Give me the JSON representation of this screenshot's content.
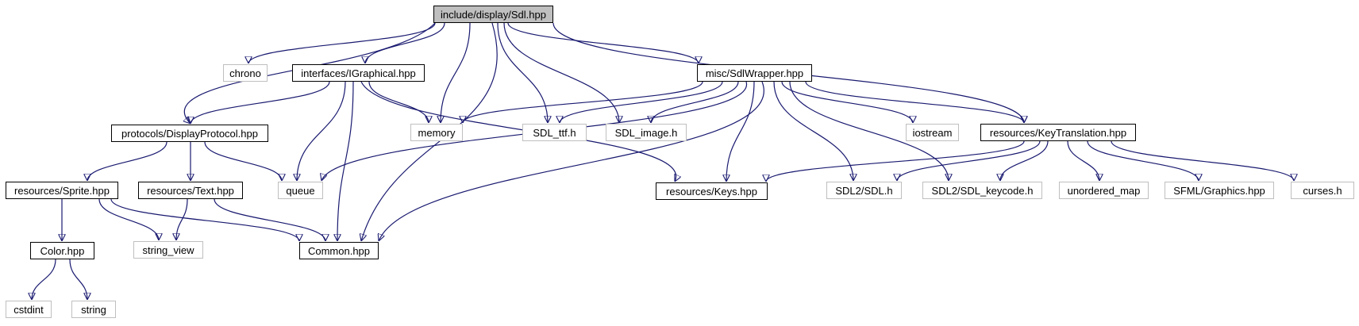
{
  "graph": {
    "colors": {
      "edge": "#191970",
      "local_border": "#000000",
      "system_border": "#bfbfbf",
      "root_fill": "#bfbfbf"
    },
    "nodes": {
      "root": {
        "label": "include/display/Sdl.hpp",
        "kind": "root"
      },
      "chrono": {
        "label": "chrono",
        "kind": "system"
      },
      "igraphical": {
        "label": "interfaces/IGraphical.hpp",
        "kind": "local"
      },
      "sdlwrapper": {
        "label": "misc/SdlWrapper.hpp",
        "kind": "local"
      },
      "displayprotocol": {
        "label": "protocols/DisplayProtocol.hpp",
        "kind": "local"
      },
      "memory": {
        "label": "memory",
        "kind": "system"
      },
      "sdl_ttf": {
        "label": "SDL_ttf.h",
        "kind": "system"
      },
      "sdl_image": {
        "label": "SDL_image.h",
        "kind": "system"
      },
      "iostream": {
        "label": "iostream",
        "kind": "system"
      },
      "keytranslation": {
        "label": "resources/KeyTranslation.hpp",
        "kind": "local"
      },
      "sprite": {
        "label": "resources/Sprite.hpp",
        "kind": "local"
      },
      "text": {
        "label": "resources/Text.hpp",
        "kind": "local"
      },
      "queue": {
        "label": "queue",
        "kind": "system"
      },
      "keys": {
        "label": "resources/Keys.hpp",
        "kind": "local"
      },
      "sdl2_sdl": {
        "label": "SDL2/SDL.h",
        "kind": "system"
      },
      "sdl2_keycode": {
        "label": "SDL2/SDL_keycode.h",
        "kind": "system"
      },
      "unordered_map": {
        "label": "unordered_map",
        "kind": "system"
      },
      "sfml_graphics": {
        "label": "SFML/Graphics.hpp",
        "kind": "system"
      },
      "curses": {
        "label": "curses.h",
        "kind": "system"
      },
      "color": {
        "label": "Color.hpp",
        "kind": "local"
      },
      "string_view": {
        "label": "string_view",
        "kind": "system"
      },
      "common": {
        "label": "Common.hpp",
        "kind": "local"
      },
      "cstdint": {
        "label": "cstdint",
        "kind": "system"
      },
      "string": {
        "label": "string",
        "kind": "system"
      }
    },
    "edges": [
      [
        "root",
        "chrono"
      ],
      [
        "root",
        "igraphical"
      ],
      [
        "root",
        "displayprotocol"
      ],
      [
        "root",
        "memory"
      ],
      [
        "root",
        "common"
      ],
      [
        "root",
        "sdl_ttf"
      ],
      [
        "root",
        "sdl_image"
      ],
      [
        "root",
        "sdlwrapper"
      ],
      [
        "root",
        "keytranslation"
      ],
      [
        "igraphical",
        "displayprotocol"
      ],
      [
        "igraphical",
        "memory"
      ],
      [
        "igraphical",
        "queue"
      ],
      [
        "igraphical",
        "common"
      ],
      [
        "igraphical",
        "keys"
      ],
      [
        "sdlwrapper",
        "memory"
      ],
      [
        "sdlwrapper",
        "sdl_ttf"
      ],
      [
        "sdlwrapper",
        "sdl_image"
      ],
      [
        "sdlwrapper",
        "iostream"
      ],
      [
        "sdlwrapper",
        "keytranslation"
      ],
      [
        "sdlwrapper",
        "queue"
      ],
      [
        "sdlwrapper",
        "keys"
      ],
      [
        "sdlwrapper",
        "common"
      ],
      [
        "sdlwrapper",
        "sdl2_sdl"
      ],
      [
        "sdlwrapper",
        "sdl2_keycode"
      ],
      [
        "displayprotocol",
        "sprite"
      ],
      [
        "displayprotocol",
        "text"
      ],
      [
        "displayprotocol",
        "queue"
      ],
      [
        "keytranslation",
        "keys"
      ],
      [
        "keytranslation",
        "sdl2_sdl"
      ],
      [
        "keytranslation",
        "sdl2_keycode"
      ],
      [
        "keytranslation",
        "unordered_map"
      ],
      [
        "keytranslation",
        "sfml_graphics"
      ],
      [
        "keytranslation",
        "curses"
      ],
      [
        "sprite",
        "color"
      ],
      [
        "sprite",
        "string_view"
      ],
      [
        "sprite",
        "common"
      ],
      [
        "text",
        "string_view"
      ],
      [
        "text",
        "common"
      ],
      [
        "color",
        "cstdint"
      ],
      [
        "color",
        "string"
      ]
    ]
  }
}
